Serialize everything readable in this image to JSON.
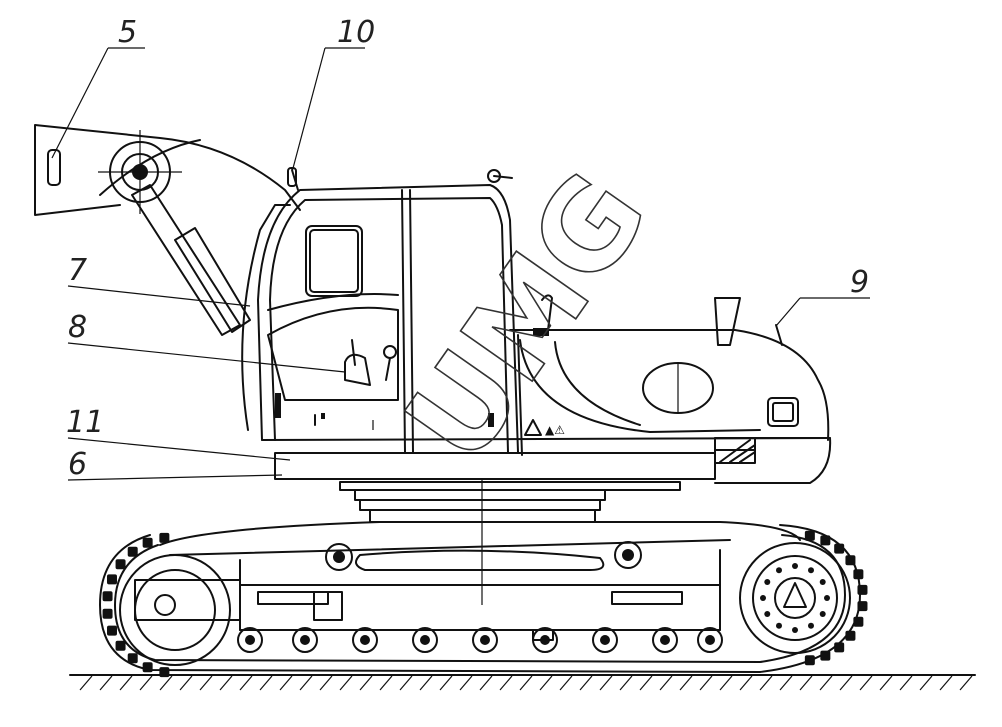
{
  "callouts": {
    "c5": "5",
    "c10": "10",
    "c9": "9",
    "c7": "7",
    "c8": "8",
    "c11": "11",
    "c6": "6"
  },
  "watermark": "UMG",
  "colors": {
    "line": "#111111",
    "background": "#ffffff"
  }
}
